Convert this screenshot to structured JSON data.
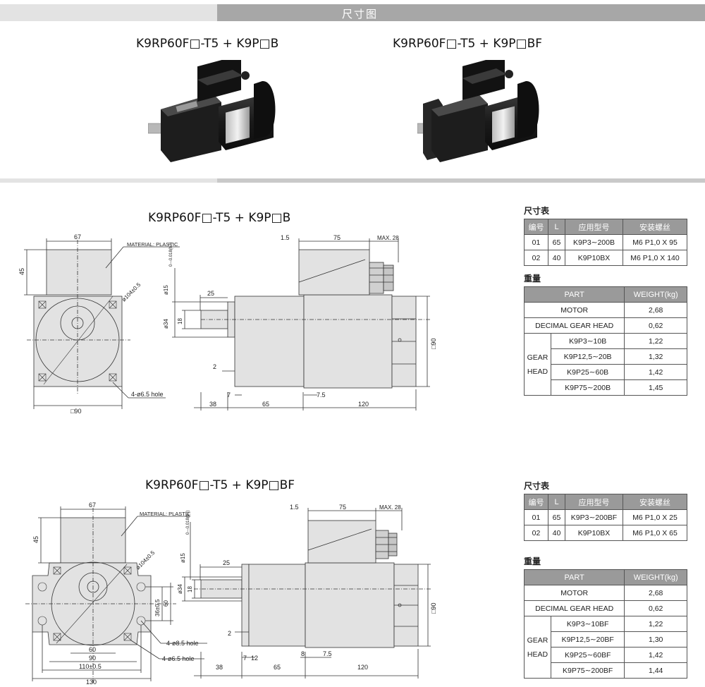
{
  "header": {
    "title": "尺寸图"
  },
  "photos": {
    "left_label": "K9RP60F□-T5 + K9P□B",
    "right_label": "K9RP60F□-T5 + K9P□BF"
  },
  "drawing1": {
    "title": "K9RP60F□-T5 + K9P□B",
    "dims": {
      "top_width": "67",
      "height_45": "45",
      "material": "MATERIAL: PLASTIC",
      "pcd": "ø104±0.5",
      "holes": "4-ø6.5 hole",
      "square": "□90",
      "d_15": "ø15",
      "tol_15": "0−-0.018(h7)",
      "d_34": "ø34",
      "d_18": "18",
      "len_25": "25",
      "len_2": "2",
      "len_7": "7",
      "len_38": "38",
      "len_65": "65",
      "len_75": "75",
      "len_15": "1.5",
      "max28": "MAX. 28",
      "len_75b": "7.5",
      "len_120": "120",
      "sq_90": "□90"
    }
  },
  "drawing2": {
    "title": "K9RP60F□-T5 + K9P□BF",
    "dims": {
      "top_width": "67",
      "height_45": "45",
      "material": "MATERIAL: PLASTIC",
      "pcd": "ø104±0.5",
      "holes_85": "4-ø8.5 hole",
      "holes_65": "4-ø6.5 hole",
      "w_60": "60",
      "w_90": "90",
      "w_110": "110±0.5",
      "w_130": "130",
      "h_36": "36±0.5",
      "h_60": "60",
      "d_15": "ø15",
      "tol_15": "0−-0.018(h7)",
      "d_34": "ø34",
      "d_18": "18",
      "len_25": "25",
      "len_2": "2",
      "len_7": "7",
      "len_12": "12",
      "len_38": "38",
      "len_65": "65",
      "len_8": "8",
      "len_75b": "7.5",
      "len_120": "120",
      "len_75": "75",
      "len_15": "1.5",
      "max28": "MAX. 28",
      "sq_90": "□90"
    }
  },
  "spec1": {
    "size_caption": "尺寸表",
    "size_headers": [
      "编号",
      "L",
      "应用型号",
      "安装螺丝"
    ],
    "size_rows": [
      [
        "01",
        "65",
        "K9P3∼200B",
        "M6 P1,0 X 95"
      ],
      [
        "02",
        "40",
        "K9P10BX",
        "M6 P1,0 X 140"
      ]
    ],
    "weight_caption": "重量",
    "weight_headers": [
      "PART",
      "WEIGHT(kg)"
    ],
    "motor": [
      "MOTOR",
      "2,68"
    ],
    "decimal": [
      "DECIMAL GEAR HEAD",
      "0,62"
    ],
    "gear_label_1": "GEAR",
    "gear_label_2": "HEAD",
    "gear_rows": [
      [
        "K9P3∼10B",
        "1,22"
      ],
      [
        "K9P12,5∼20B",
        "1,32"
      ],
      [
        "K9P25∼60B",
        "1,42"
      ],
      [
        "K9P75∼200B",
        "1,45"
      ]
    ]
  },
  "spec2": {
    "size_caption": "尺寸表",
    "size_headers": [
      "编号",
      "L",
      "应用型号",
      "安装螺丝"
    ],
    "size_rows": [
      [
        "01",
        "65",
        "K9P3∼200BF",
        "M6 P1,0 X 25"
      ],
      [
        "02",
        "40",
        "K9P10BX",
        "M6 P1,0 X 65"
      ]
    ],
    "weight_caption": "重量",
    "weight_headers": [
      "PART",
      "WEIGHT(kg)"
    ],
    "motor": [
      "MOTOR",
      "2,68"
    ],
    "decimal": [
      "DECIMAL GEAR HEAD",
      "0,62"
    ],
    "gear_label_1": "GEAR",
    "gear_label_2": "HEAD",
    "gear_rows": [
      [
        "K9P3∼10BF",
        "1,22"
      ],
      [
        "K9P12,5∼20BF",
        "1,30"
      ],
      [
        "K9P25∼60BF",
        "1,42"
      ],
      [
        "K9P75∼200BF",
        "1,44"
      ]
    ]
  }
}
